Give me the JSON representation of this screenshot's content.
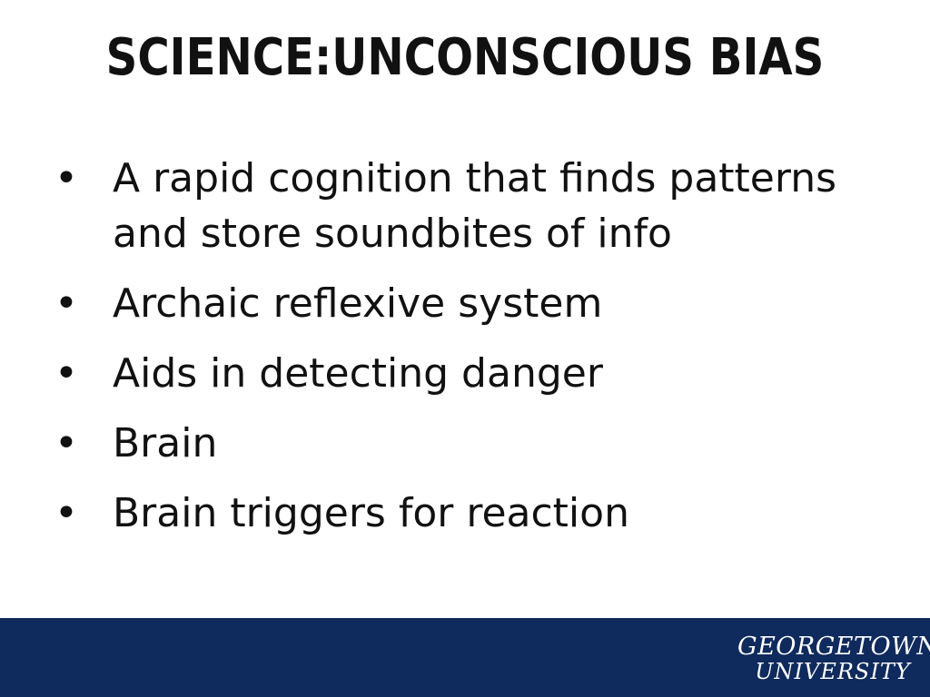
{
  "slide": {
    "title": "SCIENCE:UNCONSCIOUS BIAS",
    "bullet_glyph": "•",
    "bullets": [
      "A rapid cognition that finds patterns and store soundbites of info",
      "Archaic reflexive system",
      "Aids in detecting danger",
      "Brain",
      "Brain triggers for reaction"
    ]
  },
  "footer": {
    "logo_line1": "GEORGETOWN",
    "logo_line2": "UNIVERSITY",
    "band_color": "#0f2a5c"
  }
}
